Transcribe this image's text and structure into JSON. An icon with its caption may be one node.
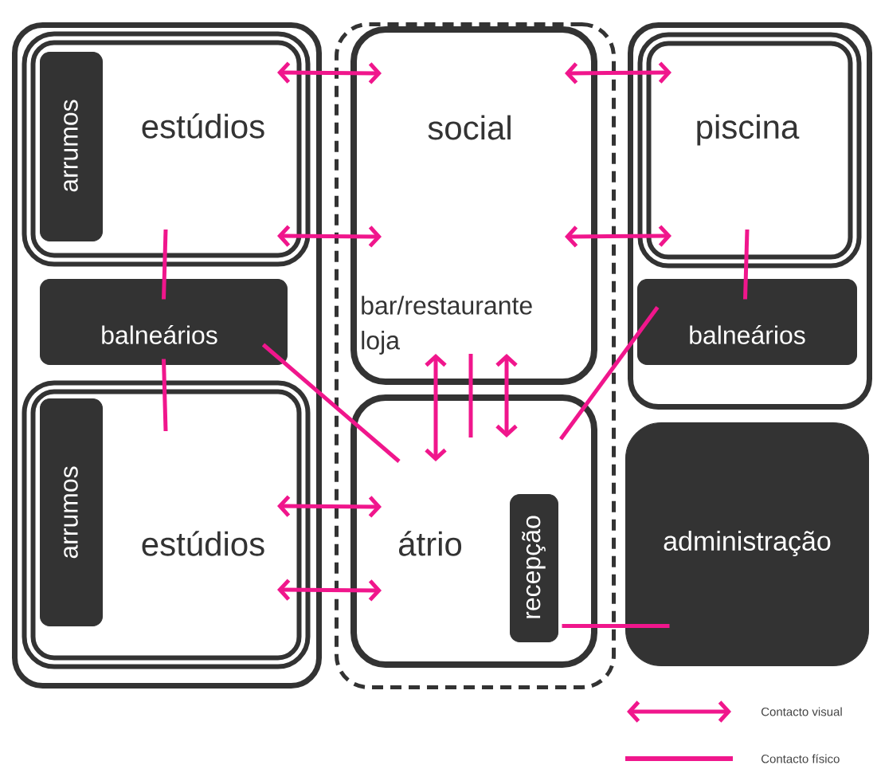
{
  "diagram": {
    "nodes": [
      {
        "text": [],
        "shape": "box"
      },
      {
        "text": [
          "estúdios"
        ],
        "in": 0
      },
      {
        "text": [
          "arrumos"
        ],
        "in": 1
      },
      {
        "text": [
          "balneários"
        ],
        "in": 0
      },
      {
        "text": [
          "estúdios"
        ],
        "in": 0
      },
      {
        "text": [
          "arrumos"
        ],
        "in": 4
      },
      {
        "text": [],
        "shape": "box"
      },
      {
        "text": [
          "social",
          "bar/restaurante",
          "loja"
        ],
        "in": 6
      },
      {
        "text": [
          "átrio"
        ],
        "in": 6
      },
      {
        "text": [
          "recepção"
        ],
        "in": 8
      },
      {
        "text": [],
        "shape": "box"
      },
      {
        "text": [
          "piscina"
        ],
        "in": 10
      },
      {
        "text": [
          "balneários"
        ],
        "in": 10
      },
      {
        "text": [
          "administração"
        ]
      }
    ],
    "edges": [
      {
        "from": 1,
        "to": 7,
        "arrow": "both"
      },
      {
        "from": 1,
        "to": 7,
        "arrow": "both"
      },
      {
        "from": 7,
        "to": 11,
        "arrow": "both"
      },
      {
        "from": 7,
        "to": 11,
        "arrow": "both"
      },
      {
        "from": 4,
        "to": 8,
        "arrow": "both"
      },
      {
        "from": 4,
        "to": 8,
        "arrow": "both"
      },
      {
        "from": 7,
        "to": 8,
        "arrow": "both"
      },
      {
        "from": 7,
        "to": 8,
        "arrow": "none"
      },
      {
        "from": 7,
        "to": 8,
        "arrow": "both"
      },
      {
        "from": 1,
        "to": 3,
        "arrow": "none"
      },
      {
        "from": 3,
        "to": 4,
        "arrow": "none"
      },
      {
        "from": 3,
        "to": 8,
        "arrow": "none"
      },
      {
        "from": 12,
        "to": 8,
        "arrow": "none"
      },
      {
        "from": 11,
        "to": 12,
        "arrow": "none"
      },
      {
        "from": 9,
        "to": 13,
        "arrow": "none"
      }
    ],
    "legend": [
      {
        "text": "Contacto visual"
      },
      {
        "text": "Contacto físico"
      }
    ]
  }
}
